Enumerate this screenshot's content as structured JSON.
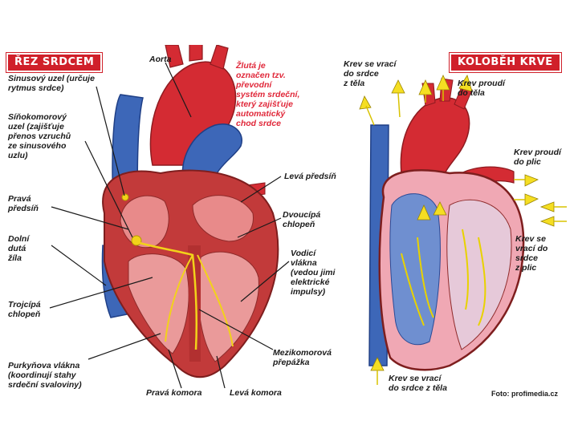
{
  "left_panel": {
    "title": "ŘEZ SRDCEM",
    "labels": {
      "aorta": "Aorta",
      "sinus_node": "Sinusový uzel (určuje\nrytmus srdce)",
      "av_node": "Síňokomorový\nuzel (zajišťuje\npřenos vzruchů\nze sinusového\nuzlu)",
      "right_atrium": "Pravá\npředsíň",
      "inferior_vena_cava": "Dolní\ndutá\nžíla",
      "tricuspid_valve": "Trojcípá\nchlopeň",
      "purkinje": "Purkyňova vlákna\n(koordinují stahy\nsrdeční svaloviny)",
      "right_ventricle": "Pravá komora",
      "left_ventricle": "Levá komora",
      "septum": "Mezikomorová\npřepážka",
      "conducting_fibers": "Vodicí\nvlákna\n(vedou jimi\nelektrické\nimpulsy)",
      "mitral_valve": "Dvoucípá\nchlopeň",
      "left_atrium": "Levá předsíň",
      "yellow_note": "Žlutá je\noznačen tzv.\npřevodní\nsystém srdeční,\nkterý zajišťuje\nautomatický\nchod srdce"
    }
  },
  "right_panel": {
    "title": "KOLOBĚH KRVE",
    "labels": {
      "returns_from_body": "Krev se vrací\ndo srdce\nz těla",
      "flows_to_body": "Krev proudí\ndo těla",
      "flows_to_lungs": "Krev proudí\ndo plic",
      "returns_from_lungs": "Krev se\nvrací do\nsrdce\nz plic",
      "returns_from_body_bottom": "Krev se vrací\ndo srdce z těla"
    },
    "credit": "Foto: profimedia.cz"
  },
  "colors": {
    "badge_red": "#d0202a",
    "note_red": "#e0283a",
    "artery_red": "#d42b33",
    "vein_blue": "#3d67b8",
    "muscle": "#c23a3a",
    "conduction_yellow": "#f2d21a"
  }
}
